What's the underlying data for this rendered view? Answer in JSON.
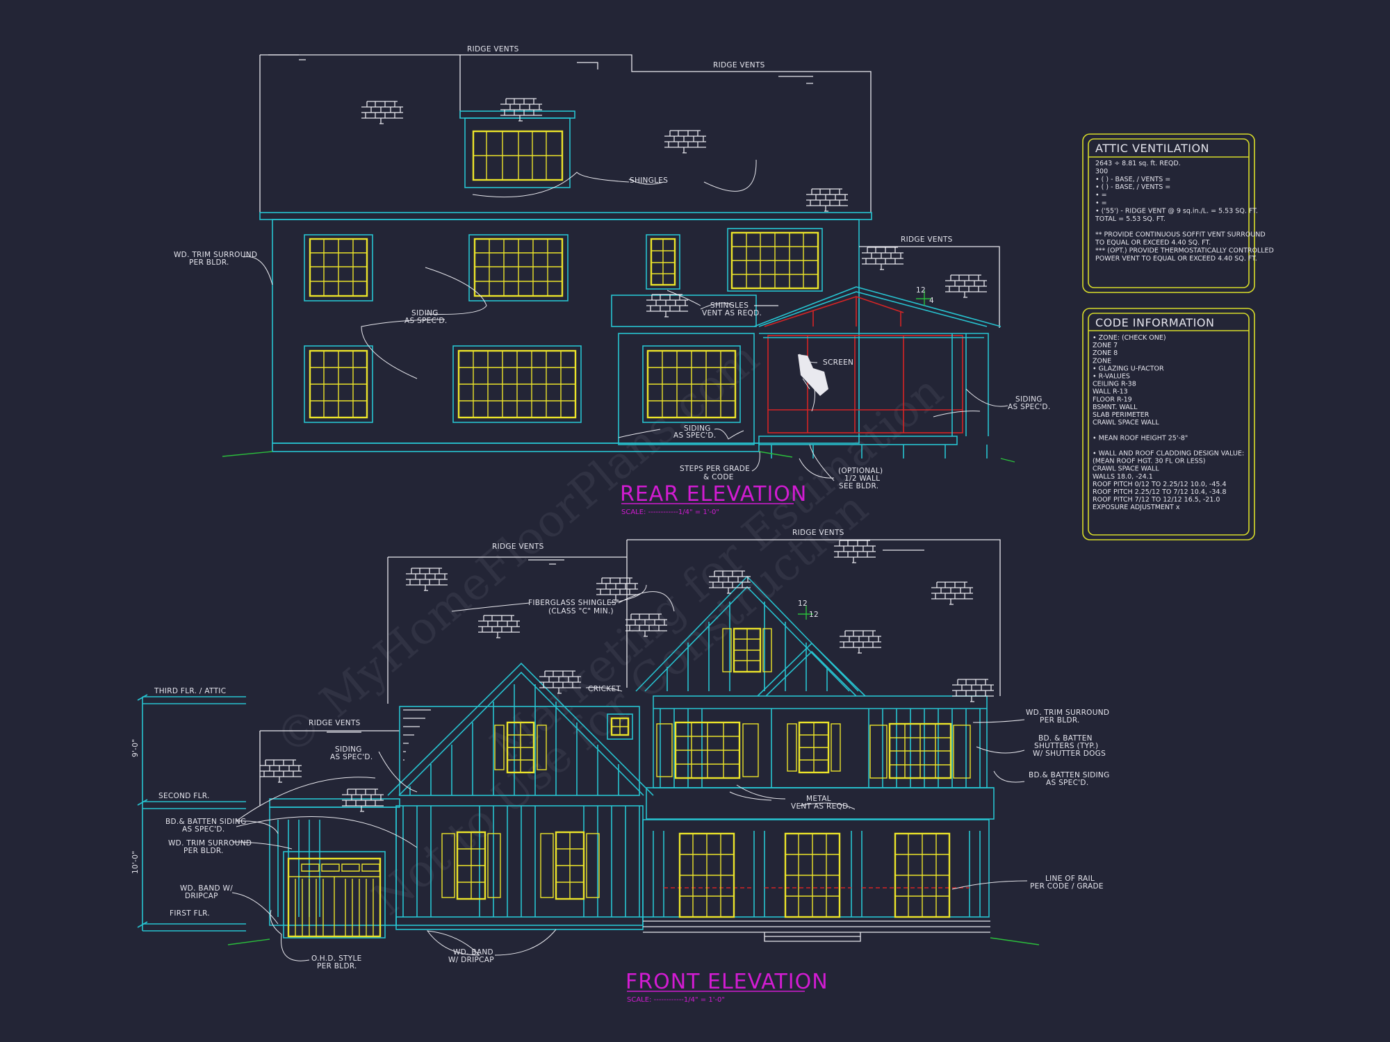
{
  "rear": {
    "title": "REAR ELEVATION",
    "scale": "SCALE: ------------1/4\" = 1'-0\"",
    "labels": {
      "ridge_vents_1": "RIDGE VENTS",
      "ridge_vents_2": "RIDGE VENTS",
      "ridge_vents_3": "RIDGE VENTS",
      "shingles": "SHINGLES",
      "wd_trim_1": "WD. TRIM SURROUND",
      "wd_trim_2": "PER BLDR.",
      "siding_a1": "SIDING",
      "siding_a2": "AS SPEC'D.",
      "shingles_vent_1": "SHINGLES",
      "shingles_vent_2": "VENT AS REQD.",
      "screen": "SCREEN",
      "siding_b1": "SIDING",
      "siding_b2": "AS SPEC'D.",
      "siding_c1": "SIDING",
      "siding_c2": "AS SPEC'D.",
      "steps_1": "STEPS PER GRADE",
      "steps_2": "& CODE",
      "optional_1": "(OPTIONAL)",
      "optional_2": "1/2 WALL",
      "optional_3": "SEE BLDR.",
      "pitch_12": "12",
      "pitch_4": "4"
    }
  },
  "front": {
    "title": "FRONT ELEVATION",
    "scale": "SCALE: ------------1/4\" = 1'-0\"",
    "labels": {
      "ridge_vents_1": "RIDGE VENTS",
      "ridge_vents_2": "RIDGE VENTS",
      "ridge_vents_3": "RIDGE VENTS",
      "fiberglass_1": "FIBERGLASS SHINGLES",
      "fiberglass_2": "(CLASS \"C\" MIN.)",
      "cricket": "CRICKET",
      "third_flr": "THIRD FLR. / ATTIC",
      "second_flr": "SECOND FLR.",
      "first_flr": "FIRST FLR.",
      "dim_upper": "9'-0\"",
      "dim_lower": "10'-0\"",
      "siding_1": "SIDING",
      "siding_2": "AS SPEC'D.",
      "bd_batten_1": "BD.& BATTEN SIDING",
      "bd_batten_2": "AS SPEC'D.",
      "wd_trim_l1": "WD. TRIM SURROUND",
      "wd_trim_l2": "PER BLDR.",
      "wd_band_l1": "WD. BAND W/",
      "wd_band_l2": "DRIPCAP",
      "ohd_1": "O.H.D. STYLE",
      "ohd_2": "PER BLDR.",
      "wd_band_b1": "WD. BAND",
      "wd_band_b2": "W/ DRIPCAP",
      "metal_1": "METAL",
      "metal_2": "VENT AS REQD.",
      "wd_trim_r1": "WD. TRIM SURROUND",
      "wd_trim_r2": "PER BLDR.",
      "shutters_1": "BD. & BATTEN",
      "shutters_2": "SHUTTERS (TYP.)",
      "shutters_3": "W/ SHUTTER DOGS",
      "bd_batten_r1": "BD.& BATTEN SIDING",
      "bd_batten_r2": "AS SPEC'D.",
      "rail_1": "LINE OF RAIL",
      "rail_2": "PER CODE / GRADE",
      "pitch_12a": "12",
      "pitch_12b": "12"
    }
  },
  "attic": {
    "title": "ATTIC VENTILATION",
    "lines": [
      "2643 ÷ 8.81 sq. ft. REQD.",
      "300",
      "• (  )  -         BASE,    /    VENTS   =",
      "• (  )  -         BASE,    /    VENTS   =",
      "•                                                =",
      "•                                                =",
      "• ('55') - RIDGE VENT @ 9 sq.in./L.  = 5.53 SQ. FT.",
      "TOTAL           = 5.53 SQ. FT.",
      "",
      "** PROVIDE CONTINUOUS SOFFIT VENT SURROUND",
      "    TO EQUAL OR EXCEED  4.40 SQ. FT.",
      "*** (OPT.) PROVIDE THERMOSTATICALLY CONTROLLED",
      "    POWER VENT TO EQUAL OR EXCEED  4.40 SQ. FT."
    ]
  },
  "code": {
    "title": "CODE INFORMATION",
    "lines": [
      "• ZONE: (CHECK ONE)",
      "     ZONE 7",
      "     ZONE 8",
      "     ZONE",
      "• GLAZING U-FACTOR",
      "• R-VALUES",
      "     CEILING                R-38",
      "     WALL                     R-13",
      "     FLOOR                   R-19",
      "     BSMNT. WALL",
      "     SLAB PERIMETER",
      "     CRAWL SPACE WALL",
      "",
      "• MEAN ROOF HEIGHT  25'-8\"",
      "",
      "• WALL AND ROOF CLADDING DESIGN VALUE:",
      "   (MEAN ROOF HGT. 30 FL OR LESS)",
      "     CRAWL SPACE WALL",
      "     WALLS                         18.0, -24.1",
      "     ROOF PITCH 0/12 TO 2.25/12   10.0, -45.4",
      "     ROOF PITCH 2.25/12 TO 7/12   10.4, -34.8",
      "     ROOF PITCH 7/12 TO 12/12     16.5, -21.0",
      "     EXPOSURE ADJUSTMENT        x"
    ]
  },
  "watermark": {
    "line1": "© MyHomeFloorPlans.com",
    "line2": "Not to Use for Construction",
    "line3": "Marketing for Estimation"
  }
}
